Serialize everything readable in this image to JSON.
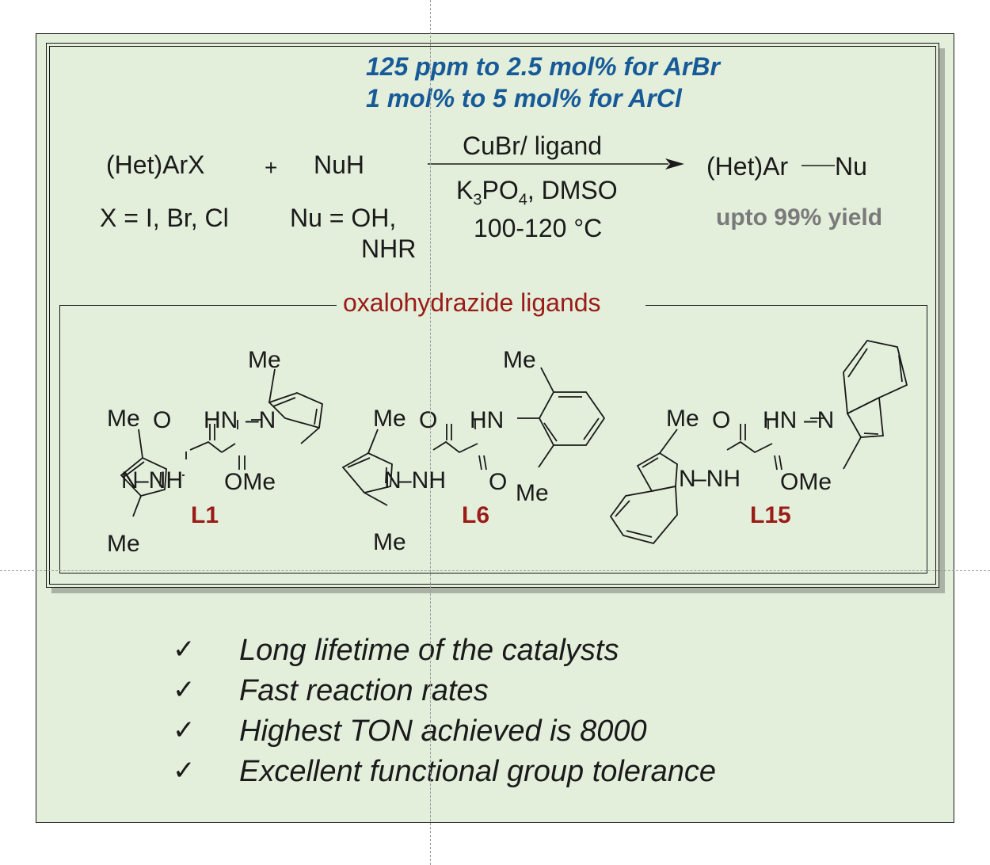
{
  "conditions_note": {
    "line1": "125 ppm to 2.5 mol% for ArBr",
    "line2": "1 mol% to 5 mol% for ArCl"
  },
  "reaction": {
    "substrate": "(Het)ArX",
    "plus": "+",
    "nucleophile": "NuH",
    "substrate_def": "X = I, Br, Cl",
    "nucleophile_def_line1": "Nu = OH,",
    "nucleophile_def_line2": "NHR",
    "reagent_top": "CuBr/ ligand",
    "reagent_base_k": "K",
    "reagent_base_k_sub": "3",
    "reagent_base_po": "PO",
    "reagent_base_po_sub": "4",
    "reagent_base_rest": ", DMSO",
    "temperature": "100-120 °C",
    "product_left": "(Het)Ar",
    "product_right": "Nu",
    "yield": "upto 99% yield"
  },
  "ligands": {
    "title": "oxalohydrazide ligands",
    "items": [
      {
        "label": "L1",
        "groups": [
          "Me",
          "Me",
          "O",
          "HN",
          "N",
          "N",
          "NH",
          "OMe",
          "Me"
        ]
      },
      {
        "label": "L6",
        "groups": [
          "Me",
          "Me",
          "O",
          "HN",
          "N",
          "NH",
          "O",
          "Me",
          "Me"
        ]
      },
      {
        "label": "L15",
        "groups": [
          "Me",
          "O",
          "HN",
          "N",
          "N",
          "NH",
          "OMe"
        ]
      }
    ]
  },
  "benefits": [
    {
      "check": "✓",
      "text": "Long lifetime of the catalysts"
    },
    {
      "check": "✓",
      "text": "Fast reaction rates"
    },
    {
      "check": "✓",
      "text": "Highest TON achieved is 8000"
    },
    {
      "check": "✓",
      "text": "Excellent functional group tolerance"
    }
  ],
  "colors": {
    "panel_background": "#e3eedb",
    "note_blue": "#165a98",
    "ligand_red": "#9b1b17",
    "yield_gray": "#7a7a7a"
  }
}
